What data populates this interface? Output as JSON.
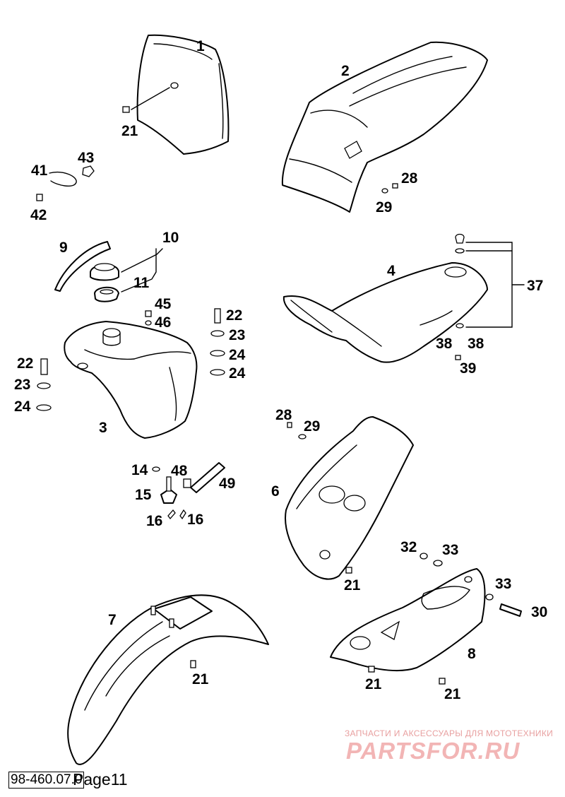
{
  "callouts": {
    "c1": "1",
    "c2": "2",
    "c3": "3",
    "c4": "4",
    "c6": "6",
    "c7": "7",
    "c8": "8",
    "c9": "9",
    "c10": "10",
    "c11": "11",
    "c14": "14",
    "c15": "15",
    "c16a": "16",
    "c16b": "16",
    "c21a": "21",
    "c21b": "21",
    "c21c": "21",
    "c21d": "21",
    "c21e": "21",
    "c22a": "22",
    "c22b": "22",
    "c23a": "23",
    "c23b": "23",
    "c24a": "24",
    "c24b": "24",
    "c24c": "24",
    "c28a": "28",
    "c28b": "28",
    "c29a": "29",
    "c29b": "29",
    "c30": "30",
    "c32": "32",
    "c33a": "33",
    "c33b": "33",
    "c37": "37",
    "c38a": "38",
    "c38b": "38",
    "c39": "39",
    "c41": "41",
    "c42": "42",
    "c43": "43",
    "c45": "45",
    "c46": "46",
    "c48": "48",
    "c49": "49"
  },
  "footer": {
    "code": "98-460.07.0",
    "page": "Page11"
  },
  "watermark": {
    "line": "ЗАПЧАСТИ И АКСЕССУАРЫ ДЛЯ МОТОТЕХНИКИ",
    "logo": "PARTSFOR.RU",
    "color": "#f2b5b5"
  }
}
